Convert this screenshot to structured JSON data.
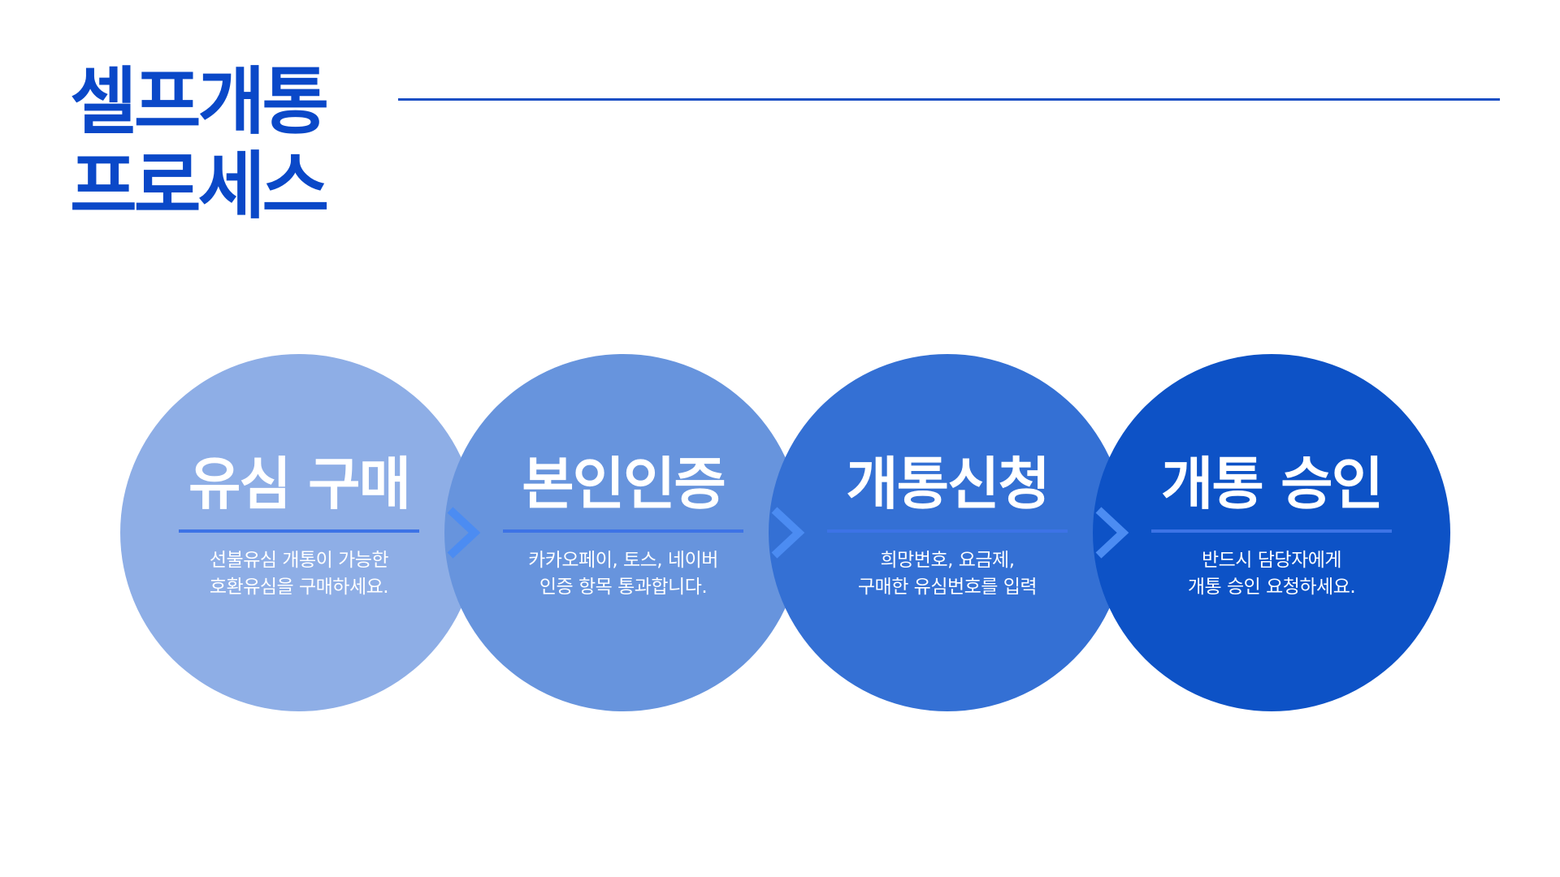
{
  "title": {
    "line1": "셀프개통",
    "line2": "프로세스"
  },
  "colors": {
    "title": "#0a48c8",
    "header_rule": "#1a4fc4",
    "step_rule": "#3d73e6",
    "chevron": "#4c8cf2",
    "circle_1": "#8eaee6",
    "circle_2": "#6794dd",
    "circle_3": "#3470d4",
    "circle_4": "#0d52c6"
  },
  "steps": [
    {
      "title": "유심 구매",
      "desc_line1": "선불유심 개통이 가능한",
      "desc_line2": "호환유심을 구매하세요."
    },
    {
      "title": "본인인증",
      "desc_line1": "카카오페이, 토스, 네이버",
      "desc_line2": "인증 항목 통과합니다."
    },
    {
      "title": "개통신청",
      "desc_line1": "희망번호, 요금제,",
      "desc_line2": "구매한 유심번호를 입력"
    },
    {
      "title": "개통 승인",
      "desc_line1": "반드시 담당자에게",
      "desc_line2": "개통 승인 요청하세요."
    }
  ],
  "icons": {
    "arrow": "chevron-right-icon"
  }
}
